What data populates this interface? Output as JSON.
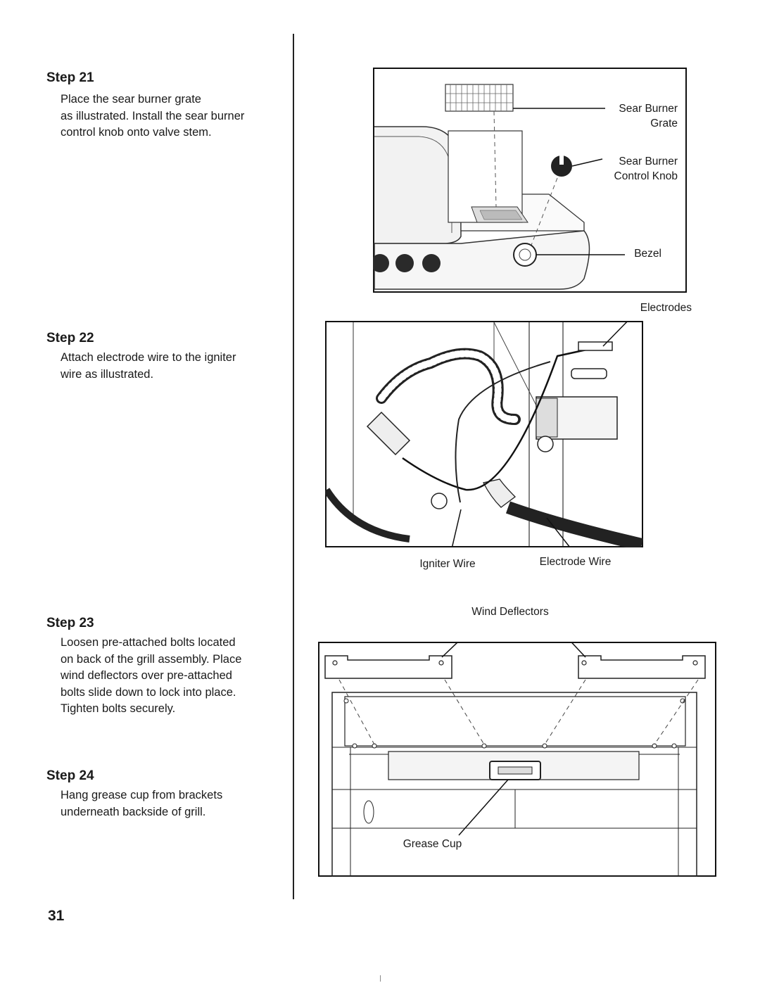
{
  "steps": [
    {
      "title": "Step 21",
      "text": "Place the sear burner grate\nas illustrated. Install the sear burner\ncontrol knob onto valve stem."
    },
    {
      "title": "Step 22",
      "text": "Attach electrode wire to the igniter\nwire as illustrated."
    },
    {
      "title": "Step 23",
      "text": "Loosen pre-attached bolts located\non back of the grill assembly. Place\nwind deflectors over pre-attached\nbolts slide down to lock into place.\nTighten bolts securely."
    },
    {
      "title": "Step 24",
      "text": "Hang grease cup from brackets\nunderneath backside of grill."
    }
  ],
  "figure1": {
    "labels": {
      "grate": "Sear Burner\nGrate",
      "knob": "Sear Burner\nControl Knob",
      "bezel": "Bezel"
    }
  },
  "figure2": {
    "labels": {
      "electrodes": "Electrodes",
      "igniter": "Igniter Wire",
      "electrode_wire": "Electrode Wire"
    }
  },
  "figure3": {
    "labels": {
      "wind": "Wind Deflectors",
      "grease": "Grease Cup"
    }
  },
  "page_number": "31"
}
